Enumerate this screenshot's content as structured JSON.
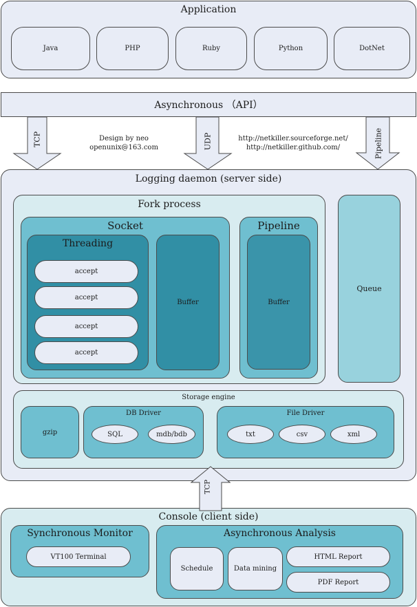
{
  "application": {
    "title": "Application",
    "items": [
      "Java",
      "PHP",
      "Ruby",
      "Python",
      "DotNet"
    ]
  },
  "api": {
    "title": "Asynchronous （API）"
  },
  "protocols": {
    "tcp": "TCP",
    "udp": "UDP",
    "pipeline": "Pipeline"
  },
  "credits": {
    "design": "Design by neo",
    "email": "openunix@163.com",
    "url1": "http://netkiller.sourceforge.net/",
    "url2": "http://netkiller.github.com/"
  },
  "daemon": {
    "title": "Logging daemon (server side)",
    "fork": {
      "title": "Fork process",
      "socket": {
        "title": "Socket",
        "threading": {
          "title": "Threading",
          "items": [
            "accept",
            "accept",
            "accept",
            "accept"
          ]
        },
        "buffer": "Buffer"
      },
      "pipeline": {
        "title": "Pipeline",
        "buffer": "Buffer"
      }
    },
    "queue": "Queue",
    "storage": {
      "title": "Storage engine",
      "gzip": "gzip",
      "db_driver": {
        "title": "DB Driver",
        "items": [
          "SQL",
          "mdb/bdb"
        ]
      },
      "file_driver": {
        "title": "File Driver",
        "items": [
          "txt",
          "csv",
          "xml"
        ]
      }
    }
  },
  "console": {
    "tcp": "TCP",
    "title": "Console (client side)",
    "sync": {
      "title": "Synchronous Monitor",
      "terminal": "VT100 Terminal"
    },
    "async": {
      "title": "Asynchronous Analysis",
      "schedule": "Schedule",
      "mining": "Data mining",
      "html": "HTML Report",
      "pdf": "PDF Report"
    }
  },
  "colors": {
    "pale": "#e8ecf6",
    "light_teal": "#d8ecf0",
    "teal": "#6fbfd0",
    "dark_teal": "#318fa5",
    "queue": "#98d2dd"
  }
}
